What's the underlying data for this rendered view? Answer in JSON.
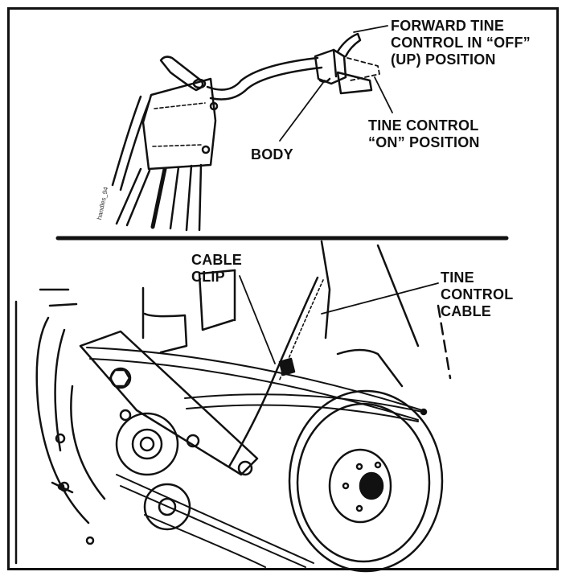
{
  "top_illustration": {
    "label_forward_tine": [
      "FORWARD TINE",
      "CONTROL IN “OFF”",
      "(UP) POSITION"
    ],
    "label_tine_on": [
      "TINE CONTROL",
      "“ON” POSITION"
    ],
    "label_body": "BODY",
    "drawing_code": "handles_94"
  },
  "bottom_illustration": {
    "label_cable_clip": [
      "CABLE",
      "CLIP"
    ],
    "label_tine_cable": [
      "TINE",
      "CONTROL",
      "CABLE"
    ]
  }
}
